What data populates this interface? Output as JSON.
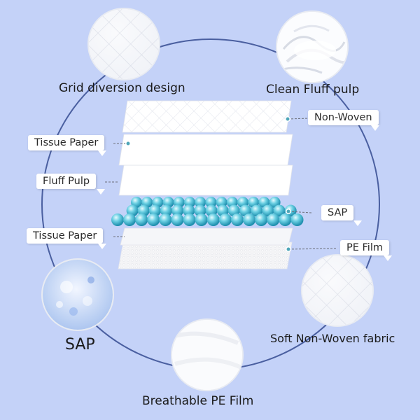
{
  "colors": {
    "background": "#c4d2f8",
    "ring": "#4a5fa0",
    "layer": "#ffffff",
    "sap_bead": "#49b6cf",
    "marker": "#4ea6b8"
  },
  "features": {
    "grid_diversion": "Grid diversion design",
    "clean_fluff": "Clean Fluff pulp",
    "sap": "SAP",
    "soft_nonwoven": "Soft Non-Woven fabric",
    "breathable_film": "Breathable PE Film"
  },
  "layers": {
    "non_woven": "Non-Woven",
    "tissue_paper_top": "Tissue Paper",
    "fluff_pulp": "Fluff Pulp",
    "sap": "SAP",
    "tissue_paper_bottom": "Tissue Paper",
    "pe_film": "PE Film"
  }
}
